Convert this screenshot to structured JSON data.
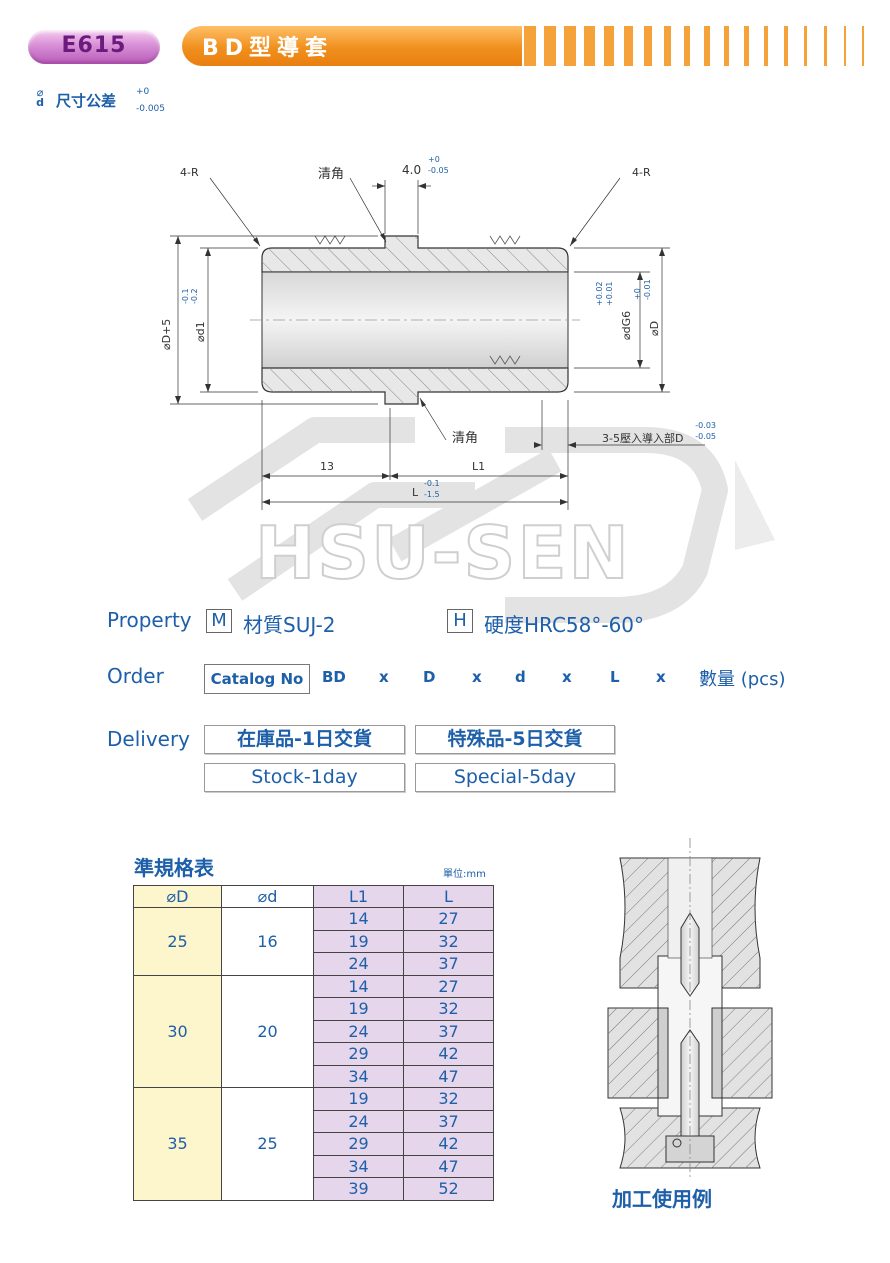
{
  "header": {
    "catalog_code": "E615",
    "title": "BD型導套"
  },
  "tolerance": {
    "symbol_top": "⌀",
    "symbol_bottom": "d",
    "label": "尺寸公差",
    "upper": "+0",
    "lower": "-0.005"
  },
  "drawing": {
    "r_left": "4-R",
    "r_right": "4-R",
    "chamfer_top": "清角",
    "chamfer_bottom": "清角",
    "groove_width": "4.0",
    "groove_tol_upper": "+0",
    "groove_tol_lower": "-0.05",
    "dia_d5": "⌀D+5",
    "dia_d1": "⌀d1",
    "d1_tol_upper": "-0.1",
    "d1_tol_lower": "-0.2",
    "dia_dg6": "⌀dG6",
    "dg6_tol_upper": "+0.02",
    "dg6_tol_lower": "+0.01",
    "dia_D": "⌀D",
    "D_tol_upper": "+0",
    "D_tol_lower": "-0.01",
    "len_13": "13",
    "len_L1": "L1",
    "len_L": "L",
    "L_tol_upper": "-0.1",
    "L_tol_lower": "-1.5",
    "press_fit": "3-5壓入導入部D",
    "press_tol_upper": "-0.03",
    "press_tol_lower": "-0.05"
  },
  "watermark": "HSU-SEN",
  "property": {
    "label": "Property",
    "material_letter": "M",
    "material": "材質SUJ-2",
    "hardness_letter": "H",
    "hardness": "硬度HRC58°-60°"
  },
  "order": {
    "label": "Order",
    "catalog_no": "Catalog No",
    "items": [
      "BD",
      "x",
      "D",
      "x",
      "d",
      "x",
      "L",
      "x",
      "數量 (pcs)"
    ]
  },
  "delivery": {
    "label": "Delivery",
    "stock_zh": "在庫品-1日交貨",
    "special_zh": "特殊品-5日交貨",
    "stock_en": "Stock-1day",
    "special_en": "Special-5day"
  },
  "spec_table": {
    "title": "準規格表",
    "unit": "單位:mm",
    "headers": [
      "⌀D",
      "⌀d",
      "L1",
      "L"
    ],
    "groups": [
      {
        "D": "25",
        "d": "16",
        "rows": [
          [
            "14",
            "27"
          ],
          [
            "19",
            "32"
          ],
          [
            "24",
            "37"
          ]
        ]
      },
      {
        "D": "30",
        "d": "20",
        "rows": [
          [
            "14",
            "27"
          ],
          [
            "19",
            "32"
          ],
          [
            "24",
            "37"
          ],
          [
            "29",
            "42"
          ],
          [
            "34",
            "47"
          ]
        ]
      },
      {
        "D": "35",
        "d": "25",
        "rows": [
          [
            "19",
            "32"
          ],
          [
            "24",
            "37"
          ],
          [
            "29",
            "42"
          ],
          [
            "34",
            "47"
          ],
          [
            "39",
            "52"
          ]
        ]
      }
    ]
  },
  "usage_caption": "加工使用例"
}
